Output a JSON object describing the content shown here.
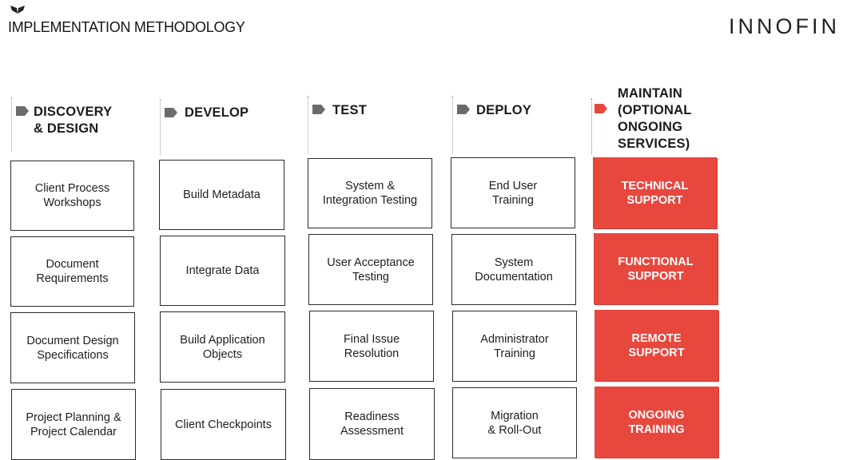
{
  "header": {
    "title": "IMPLEMENTATION METHODOLOGY",
    "brand": "INNOFIN",
    "logo": "wings-logo-icon"
  },
  "colors": {
    "accent": "#e8473e",
    "marker": "#6b6b6b",
    "text": "#1a1a1a"
  },
  "phases": [
    {
      "name": "DISCOVERY\n& DESIGN",
      "marker_icon": "pentagon-arrow-icon",
      "items": [
        "Client Process\nWorkshops",
        "Document\nRequirements",
        "Document Design\nSpecifications",
        "Project Planning &\nProject Calendar"
      ]
    },
    {
      "name": "DEVELOP",
      "marker_icon": "pentagon-arrow-icon",
      "items": [
        "Build Metadata",
        "Integrate Data",
        "Build Application\nObjects",
        "Client Checkpoints"
      ]
    },
    {
      "name": "TEST",
      "marker_icon": "pentagon-arrow-icon",
      "items": [
        "System &\nIntegration Testing",
        "User Acceptance\nTesting",
        "Final Issue\nResolution",
        "Readiness\nAssessment"
      ]
    },
    {
      "name": "DEPLOY",
      "marker_icon": "pentagon-arrow-icon",
      "items": [
        "End User\nTraining",
        "System\nDocumentation",
        "Administrator\nTraining",
        "Migration\n& Roll-Out"
      ]
    },
    {
      "name": "MAINTAIN\n(OPTIONAL\nONGOING\nSERVICES)",
      "marker_icon": "pentagon-arrow-icon",
      "items": [
        "TECHNICAL\nSUPPORT",
        "FUNCTIONAL\nSUPPORT",
        "REMOTE\nSUPPORT",
        "ONGOING\nTRAINING"
      ]
    }
  ]
}
